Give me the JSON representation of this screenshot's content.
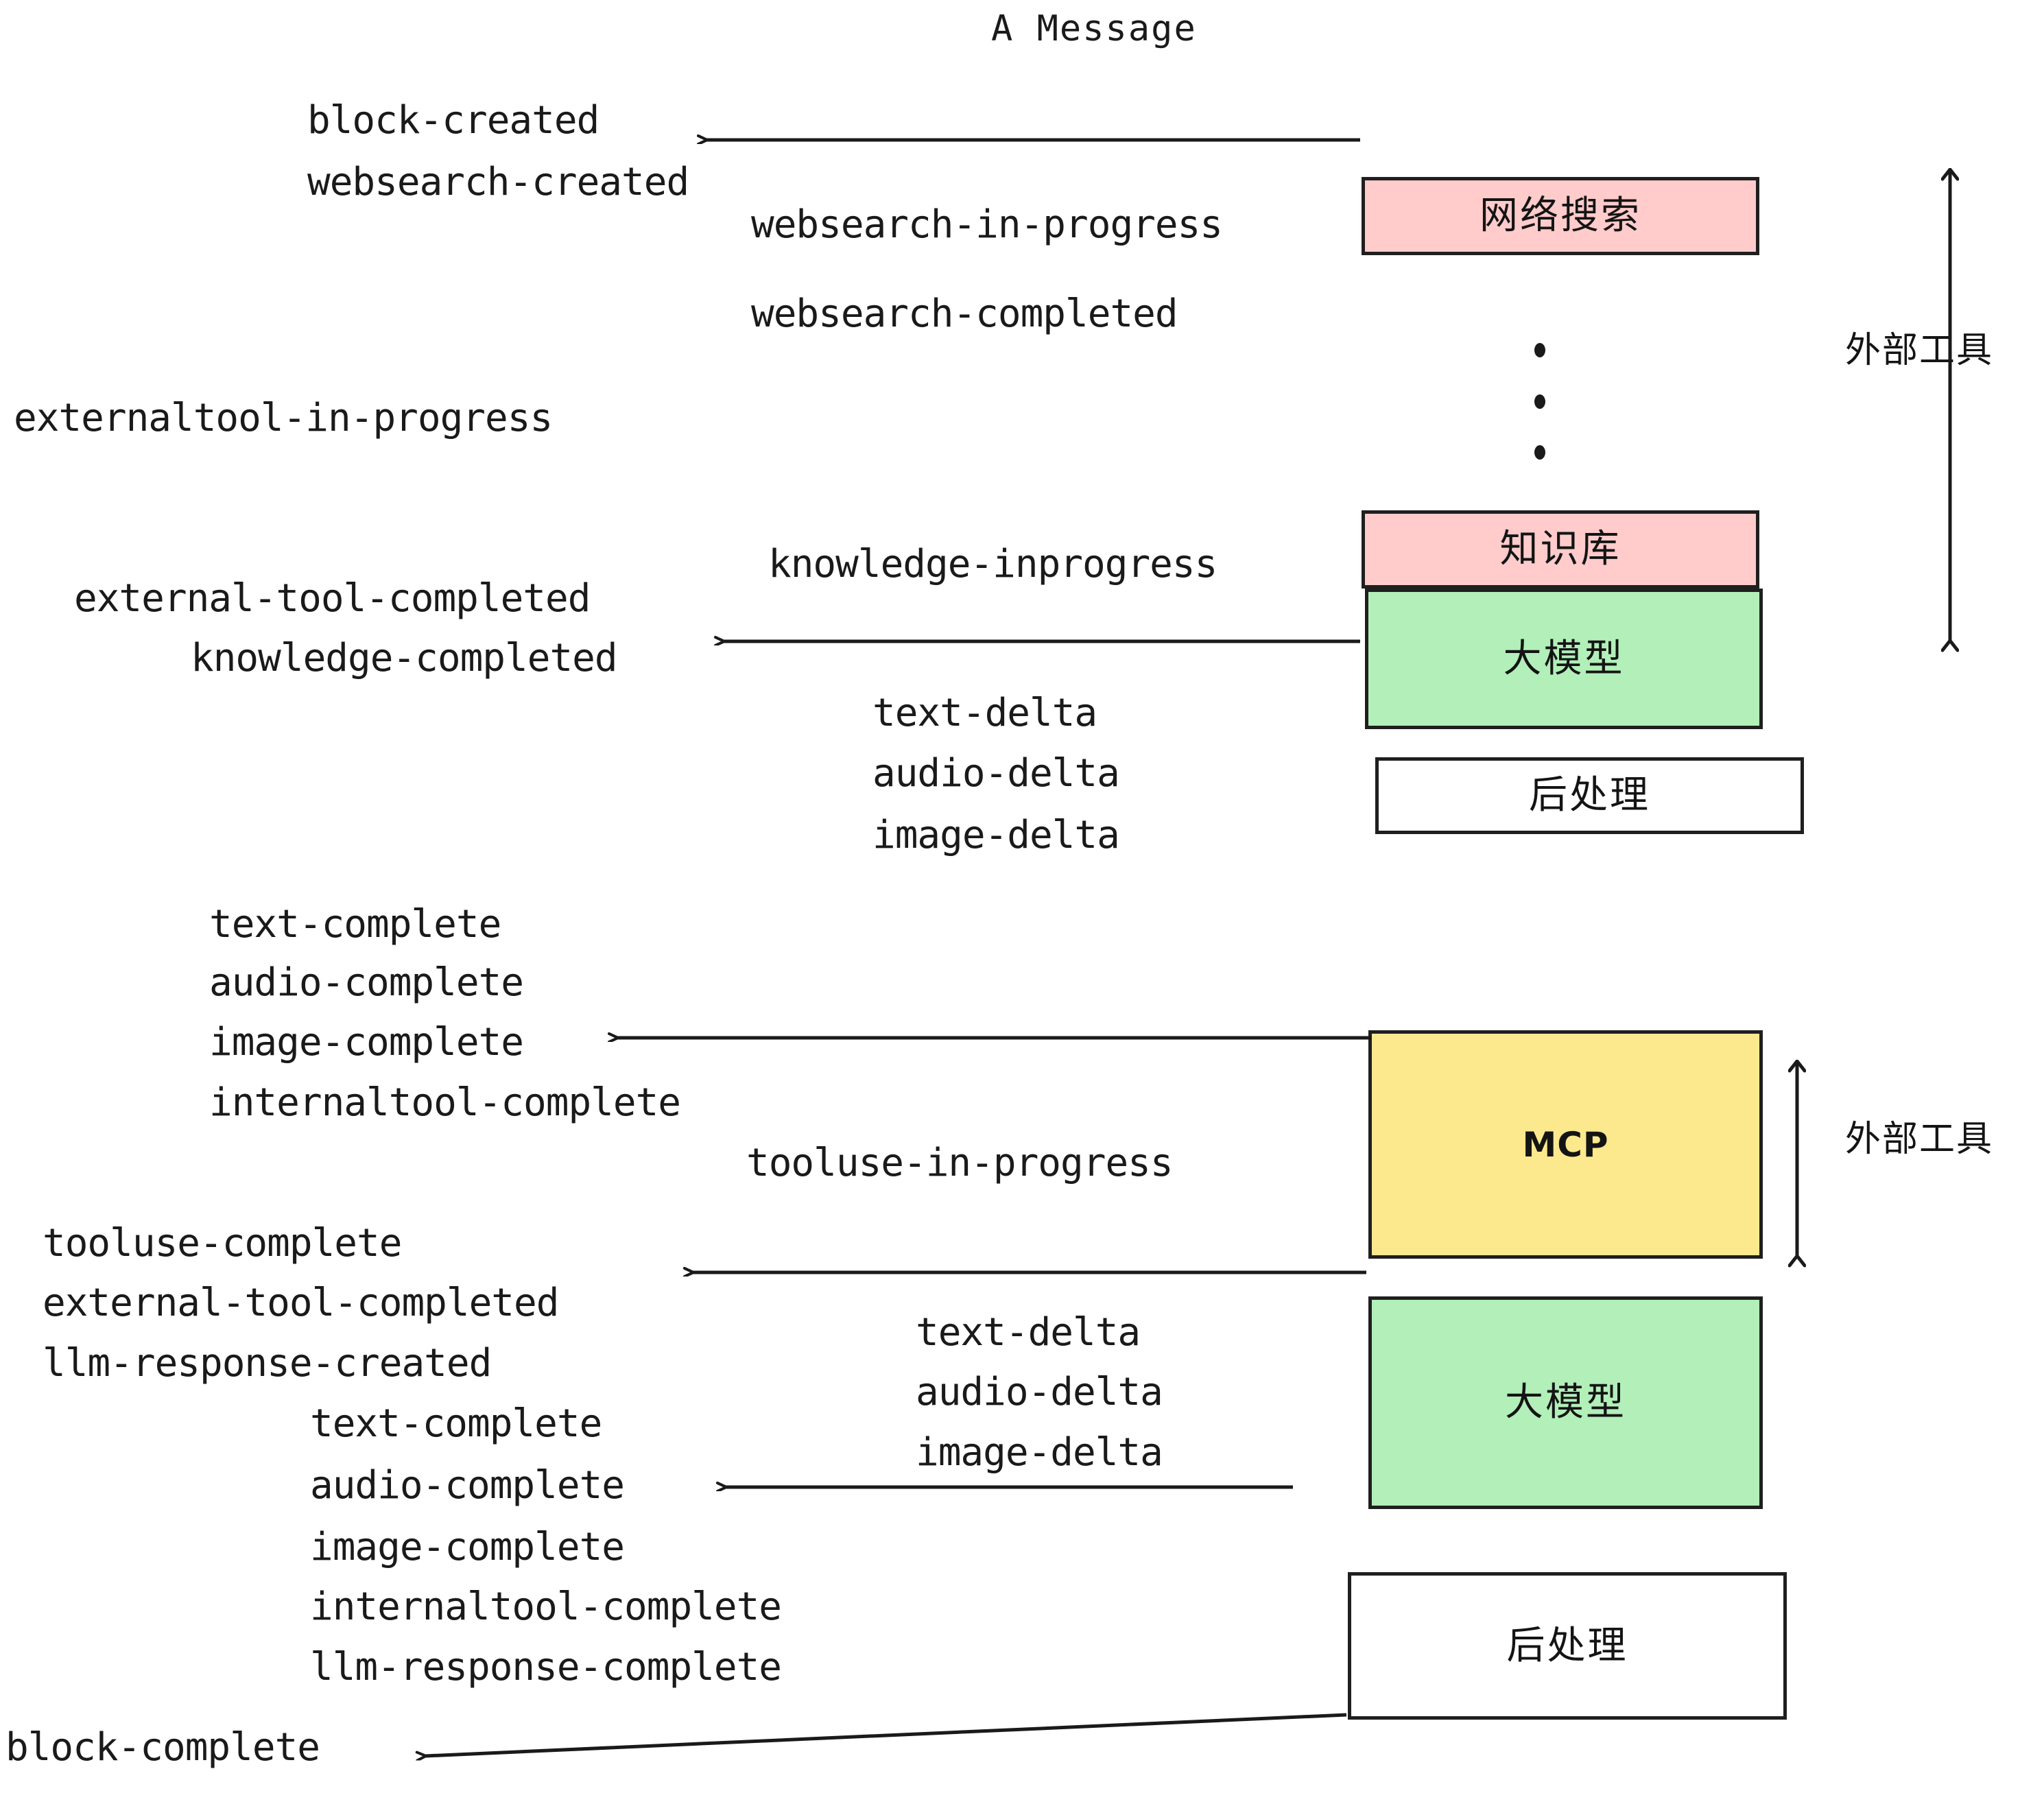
{
  "title": "A Message",
  "colors": {
    "pink": "#FFCBCB",
    "green": "#B2EFB9",
    "yellow": "#FCE98E",
    "white": "#FFFFFF",
    "stroke": "#1F1F1F",
    "text": "#1A1A1A"
  },
  "boxes": [
    {
      "id": "websearch",
      "label": "网络搜索",
      "fill": "#FFCBCB",
      "script": "cjk"
    },
    {
      "id": "knowledge",
      "label": "知识库",
      "fill": "#FFCBCB",
      "script": "cjk"
    },
    {
      "id": "llm-1",
      "label": "大模型",
      "fill": "#B2EFB9",
      "script": "cjk"
    },
    {
      "id": "postprocess-1",
      "label": "后处理",
      "fill": "#FFFFFF",
      "script": "cjk"
    },
    {
      "id": "mcp",
      "label": "MCP",
      "fill": "#FCE98E",
      "script": "latin"
    },
    {
      "id": "llm-2",
      "label": "大模型",
      "fill": "#B2EFB9",
      "script": "cjk"
    },
    {
      "id": "postprocess-2",
      "label": "后处理",
      "fill": "#FFFFFF",
      "script": "cjk"
    }
  ],
  "side_labels": [
    {
      "id": "external-tools-top",
      "text": "外部工具"
    },
    {
      "id": "external-tools-bottom",
      "text": "外部工具"
    }
  ],
  "events": {
    "block_created": "block-created",
    "websearch_created": "websearch-created",
    "websearch_in_progress": "websearch-in-progress",
    "websearch_completed": "websearch-completed",
    "externaltool_in_progress": "externaltool-in-progress",
    "knowledge_inprogress": "knowledge-inprogress",
    "external_tool_completed_1": "external-tool-completed",
    "knowledge_completed": "knowledge-completed",
    "text_delta_1": "text-delta",
    "audio_delta_1": "audio-delta",
    "image_delta_1": "image-delta",
    "text_complete_1": "text-complete",
    "audio_complete_1": "audio-complete",
    "image_complete_1": "image-complete",
    "internaltool_complete_1": "internaltool-complete",
    "tooluse_in_progress": "tooluse-in-progress",
    "tooluse_complete": "tooluse-complete",
    "external_tool_completed_2": "external-tool-completed",
    "llm_response_created": "llm-response-created",
    "text_delta_2": "text-delta",
    "audio_delta_2": "audio-delta",
    "image_delta_2": "image-delta",
    "text_complete_2": "text-complete",
    "audio_complete_2": "audio-complete",
    "image_complete_2": "image-complete",
    "internaltool_complete_2": "internaltool-complete",
    "llm_response_complete": "llm-response-complete",
    "block_complete": "block-complete"
  },
  "ellipsis_dots": 3
}
